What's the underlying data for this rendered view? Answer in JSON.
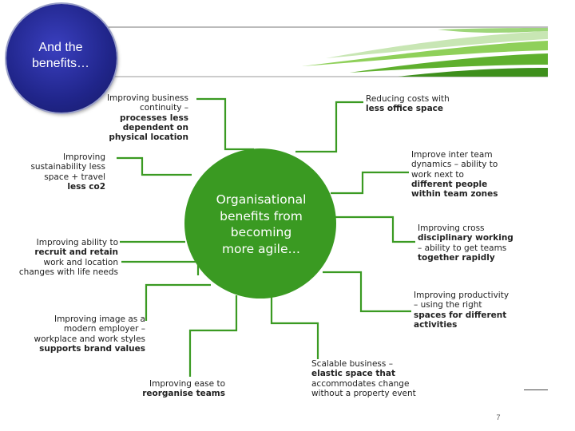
{
  "header": {
    "title_lines": [
      "And the",
      "benefits…"
    ]
  },
  "center": {
    "lines": [
      "Organisational",
      "benefits from",
      "becoming",
      "more agile…"
    ]
  },
  "benefits": [
    {
      "lines": [
        "Improving business",
        "continuity –",
        "processes less",
        "dependent on",
        "physical location"
      ]
    },
    {
      "lines": [
        "Improving",
        "sustainability less",
        "space + travel",
        "less co2"
      ]
    },
    {
      "lines": [
        "Improving ability to",
        "recruit and retain",
        "work and location",
        "changes with life needs"
      ]
    },
    {
      "lines": [
        "Improving image as a",
        "modern employer –",
        "workplace and work styles",
        "supports brand values"
      ]
    },
    {
      "lines": [
        "Improving ease to",
        "reorganise teams"
      ]
    },
    {
      "lines": [
        "Scalable business –",
        "elastic space that",
        "accommodates change",
        "without a property event"
      ]
    },
    {
      "lines": [
        "Improving productivity",
        "– using the right",
        "spaces for different",
        "activities"
      ]
    },
    {
      "lines": [
        "Improving cross",
        "disciplinary working",
        "– ability to get teams",
        "together rapidly"
      ]
    },
    {
      "lines": [
        "Improve inter team",
        "dynamics – ability to",
        "work next to",
        "different people",
        "within team zones"
      ]
    },
    {
      "lines": [
        "Reducing costs with",
        "less office space"
      ]
    }
  ],
  "footer": {
    "page_number": "7"
  },
  "colors": {
    "connector": "#3a9a22",
    "center": "#3a9a22",
    "badge": "#20258a",
    "swoosh": "#6cc33a"
  }
}
